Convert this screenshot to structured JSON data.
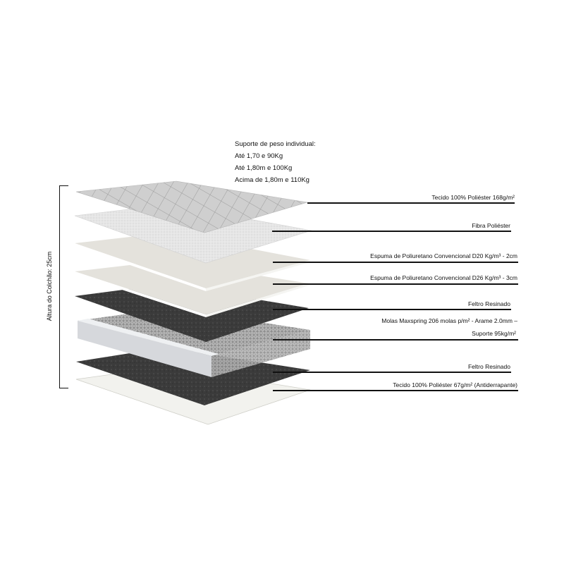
{
  "weight_support": {
    "title": "Suporte de peso individual:",
    "lines": [
      "Até 1,70 e 90Kg",
      "Até 1,80m e 100Kg",
      "Acima de 1,80m e 110Kg"
    ]
  },
  "height_label": "Altura do Colchão: 25cm",
  "layers": [
    {
      "name": "top-fabric",
      "label": "Tecido 100% Poliéster 168g/m²",
      "color": "#c8c8c8"
    },
    {
      "name": "polyester-fiber",
      "label": "Fibra Poliéster",
      "color": "#e2e2e2"
    },
    {
      "name": "foam-d20",
      "label": "Espuma de Poliuretano Convencional D20 Kg/m³ - 2cm",
      "color": "#dcdad4"
    },
    {
      "name": "foam-d26",
      "label": "Espuma de Poliuretano Convencional D26 Kg/m³ - 3cm",
      "color": "#dcdad4"
    },
    {
      "name": "resin-felt-top",
      "label": "Feltro Resinado",
      "color": "#3a3a3a"
    },
    {
      "name": "springs",
      "label_line1": "Molas Maxspring 206 molas p/m² - Arame 2.0mm –",
      "label_line2": "Suporte 95kg/m²",
      "color": "#9a9a9a"
    },
    {
      "name": "resin-felt-bottom",
      "label": "Feltro Resinado",
      "color": "#3a3a3a"
    },
    {
      "name": "bottom-fabric",
      "label": "Tecido 100% Poliéster 67g/m² (Antiderrapante)",
      "color": "#eeeeea"
    }
  ]
}
